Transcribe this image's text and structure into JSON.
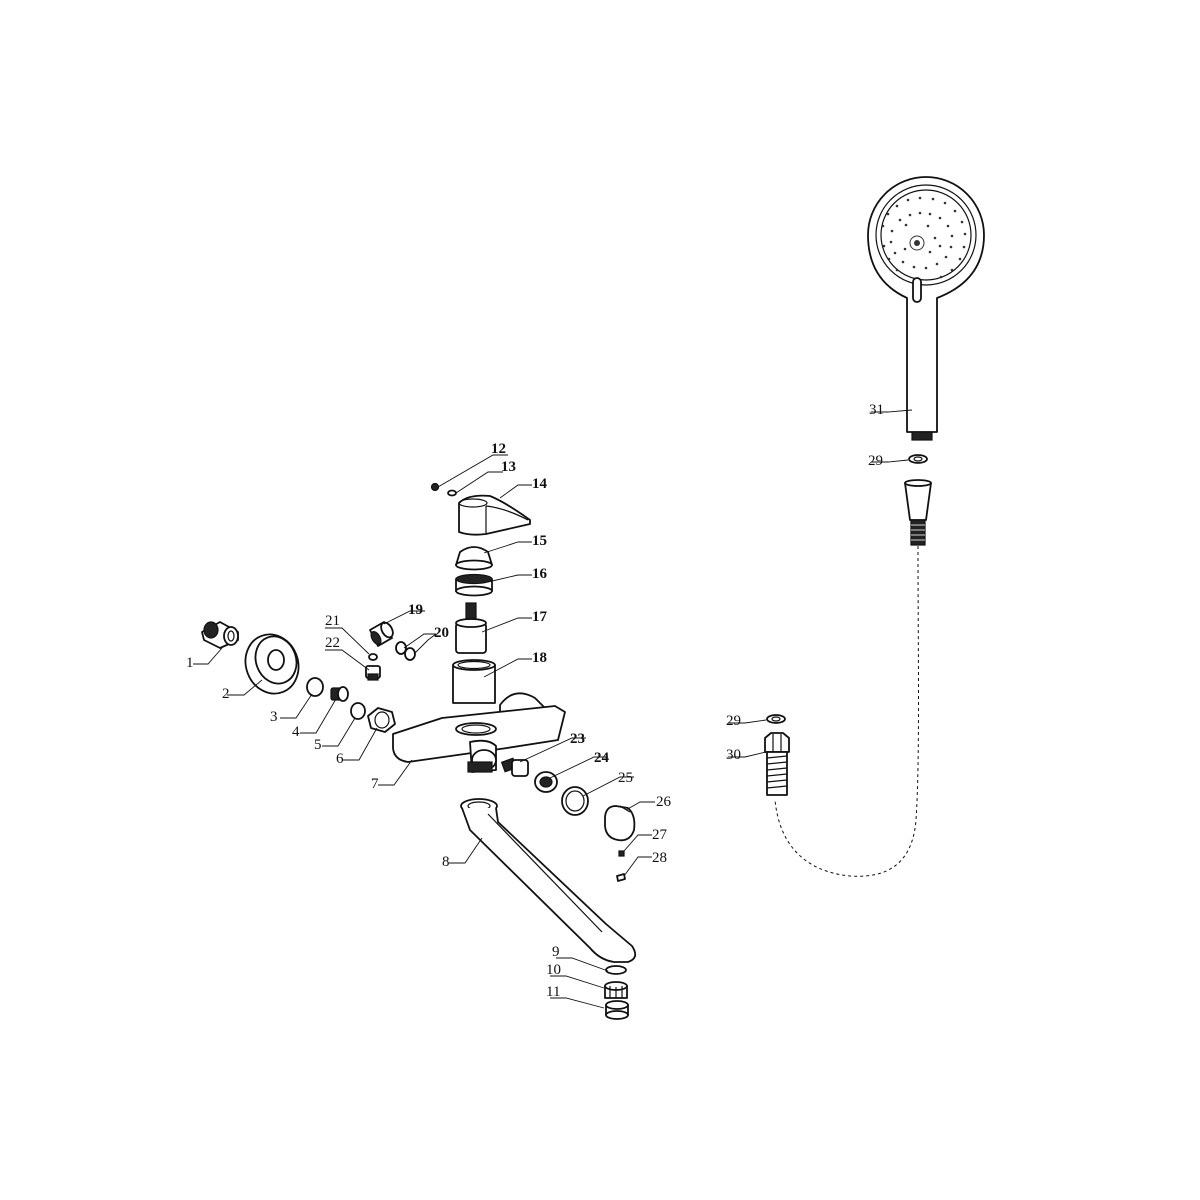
{
  "callouts": {
    "c1": "1",
    "c2": "2",
    "c3": "3",
    "c4": "4",
    "c5": "5",
    "c6": "6",
    "c7": "7",
    "c8": "8",
    "c9": "9",
    "c10": "10",
    "c11": "11",
    "c12": "12",
    "c13": "13",
    "c14": "14",
    "c15": "15",
    "c16": "16",
    "c17": "17",
    "c18": "18",
    "c19": "19",
    "c20": "20",
    "c21": "21",
    "c22": "22",
    "c23": "23",
    "c24": "24",
    "c25": "25",
    "c26": "26",
    "c27": "27",
    "c28": "28",
    "c29a": "29",
    "c29b": "29",
    "c30": "30",
    "c31": "31"
  },
  "colors": {
    "line": "#111111",
    "background": "#ffffff"
  }
}
